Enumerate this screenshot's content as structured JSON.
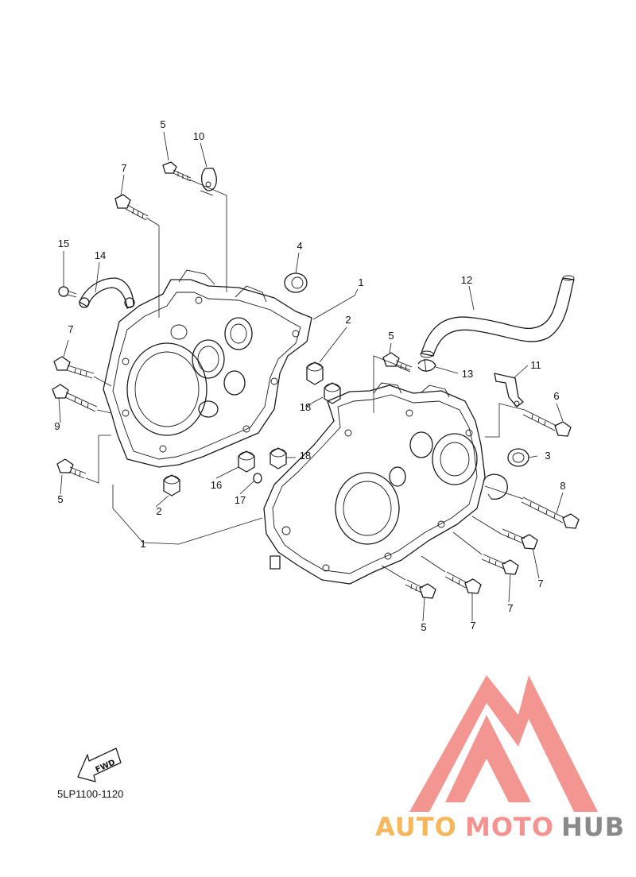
{
  "diagram_code": "5LP1100-1120",
  "fwd_label": "FWD",
  "watermark": {
    "brand_part1": "AUTO",
    "brand_part2": "MOTO",
    "brand_part3": "HUB",
    "color_auto": "#f6b65c",
    "color_moto": "#f4938f",
    "color_hub": "#8a8a8a",
    "logo_color": "#f28b86"
  },
  "callouts": {
    "c5a": "5",
    "c10": "10",
    "c7a": "7",
    "c15": "15",
    "c14": "14",
    "c4": "4",
    "c1a": "1",
    "c2a": "2",
    "c12": "12",
    "c7b": "7",
    "c9": "9",
    "c5b": "5",
    "c2b": "2",
    "c1b": "1",
    "c16": "16",
    "c17": "17",
    "c18a": "18",
    "c18b": "18",
    "c5c": "5",
    "c13": "13",
    "c11": "11",
    "c6": "6",
    "c3": "3",
    "c8": "8",
    "c7c": "7",
    "c7d": "7",
    "c7e": "7",
    "c5d": "5"
  }
}
